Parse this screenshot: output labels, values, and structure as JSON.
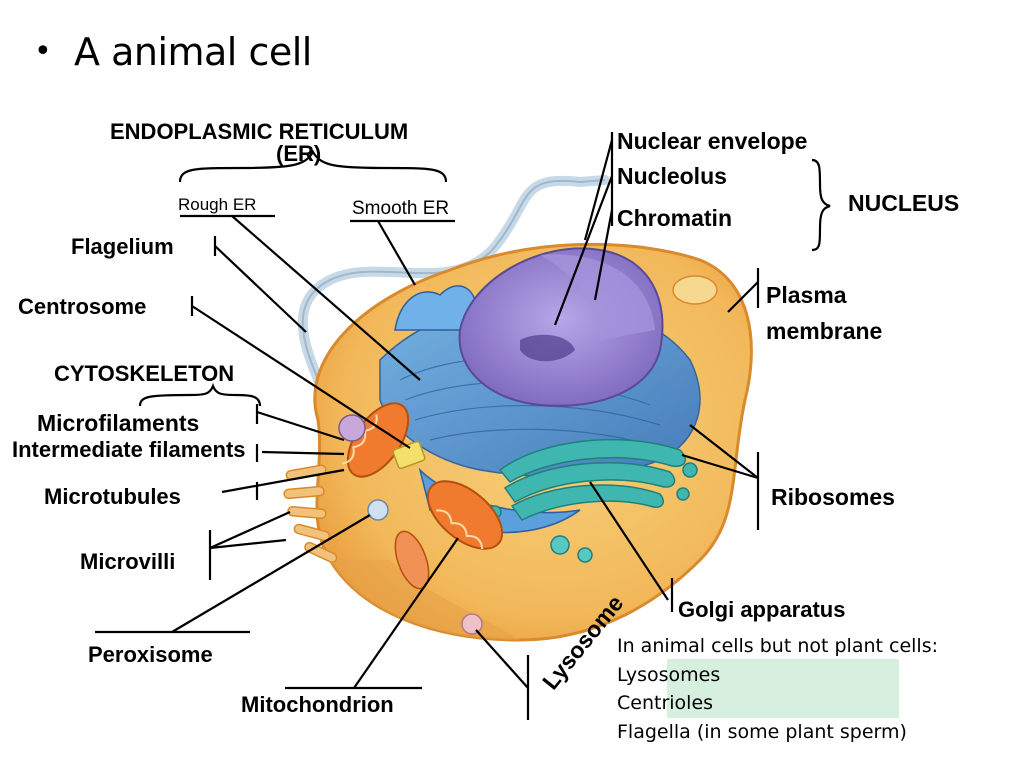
{
  "slide": {
    "title": "A animal cell"
  },
  "labels": {
    "er_title": "ENDOPLASMIC RETICULUM",
    "er_abbr": "(ER)",
    "rough_er": "Rough ER",
    "smooth_er": "Smooth ER",
    "flagellum": "Flagelium",
    "centrosome": "Centrosome",
    "cytoskeleton": "CYTOSKELETON",
    "microfilaments": "Microfilaments",
    "intermediate_filaments": "Intermediate filaments",
    "microtubules": "Microtubules",
    "microvilli": "Microvilli",
    "peroxisome": "Peroxisome",
    "mitochondrion": "Mitochondrion",
    "lysosome": "Lysosome",
    "nuclear_envelope": "Nuclear envelope",
    "nucleolus": "Nucleolus",
    "chromatin": "Chromatin",
    "nucleus": "NUCLEUS",
    "plasma_membrane_1": "Plasma",
    "plasma_membrane_2": "membrane",
    "ribosomes": "Ribosomes",
    "golgi": "Golgi apparatus"
  },
  "note": {
    "heading": "In animal cells but not plant cells:",
    "items": [
      "Lysosomes",
      "Centrioles",
      "Flagella (in some plant sperm)"
    ]
  },
  "colors": {
    "cytoplasm": "#f2b85a",
    "nucleus": "#8e7cc3",
    "er": "#4f8fd0",
    "golgi": "#3fb7b0",
    "mitochondria": "#f07a2e",
    "highlight": "#d7efde"
  }
}
